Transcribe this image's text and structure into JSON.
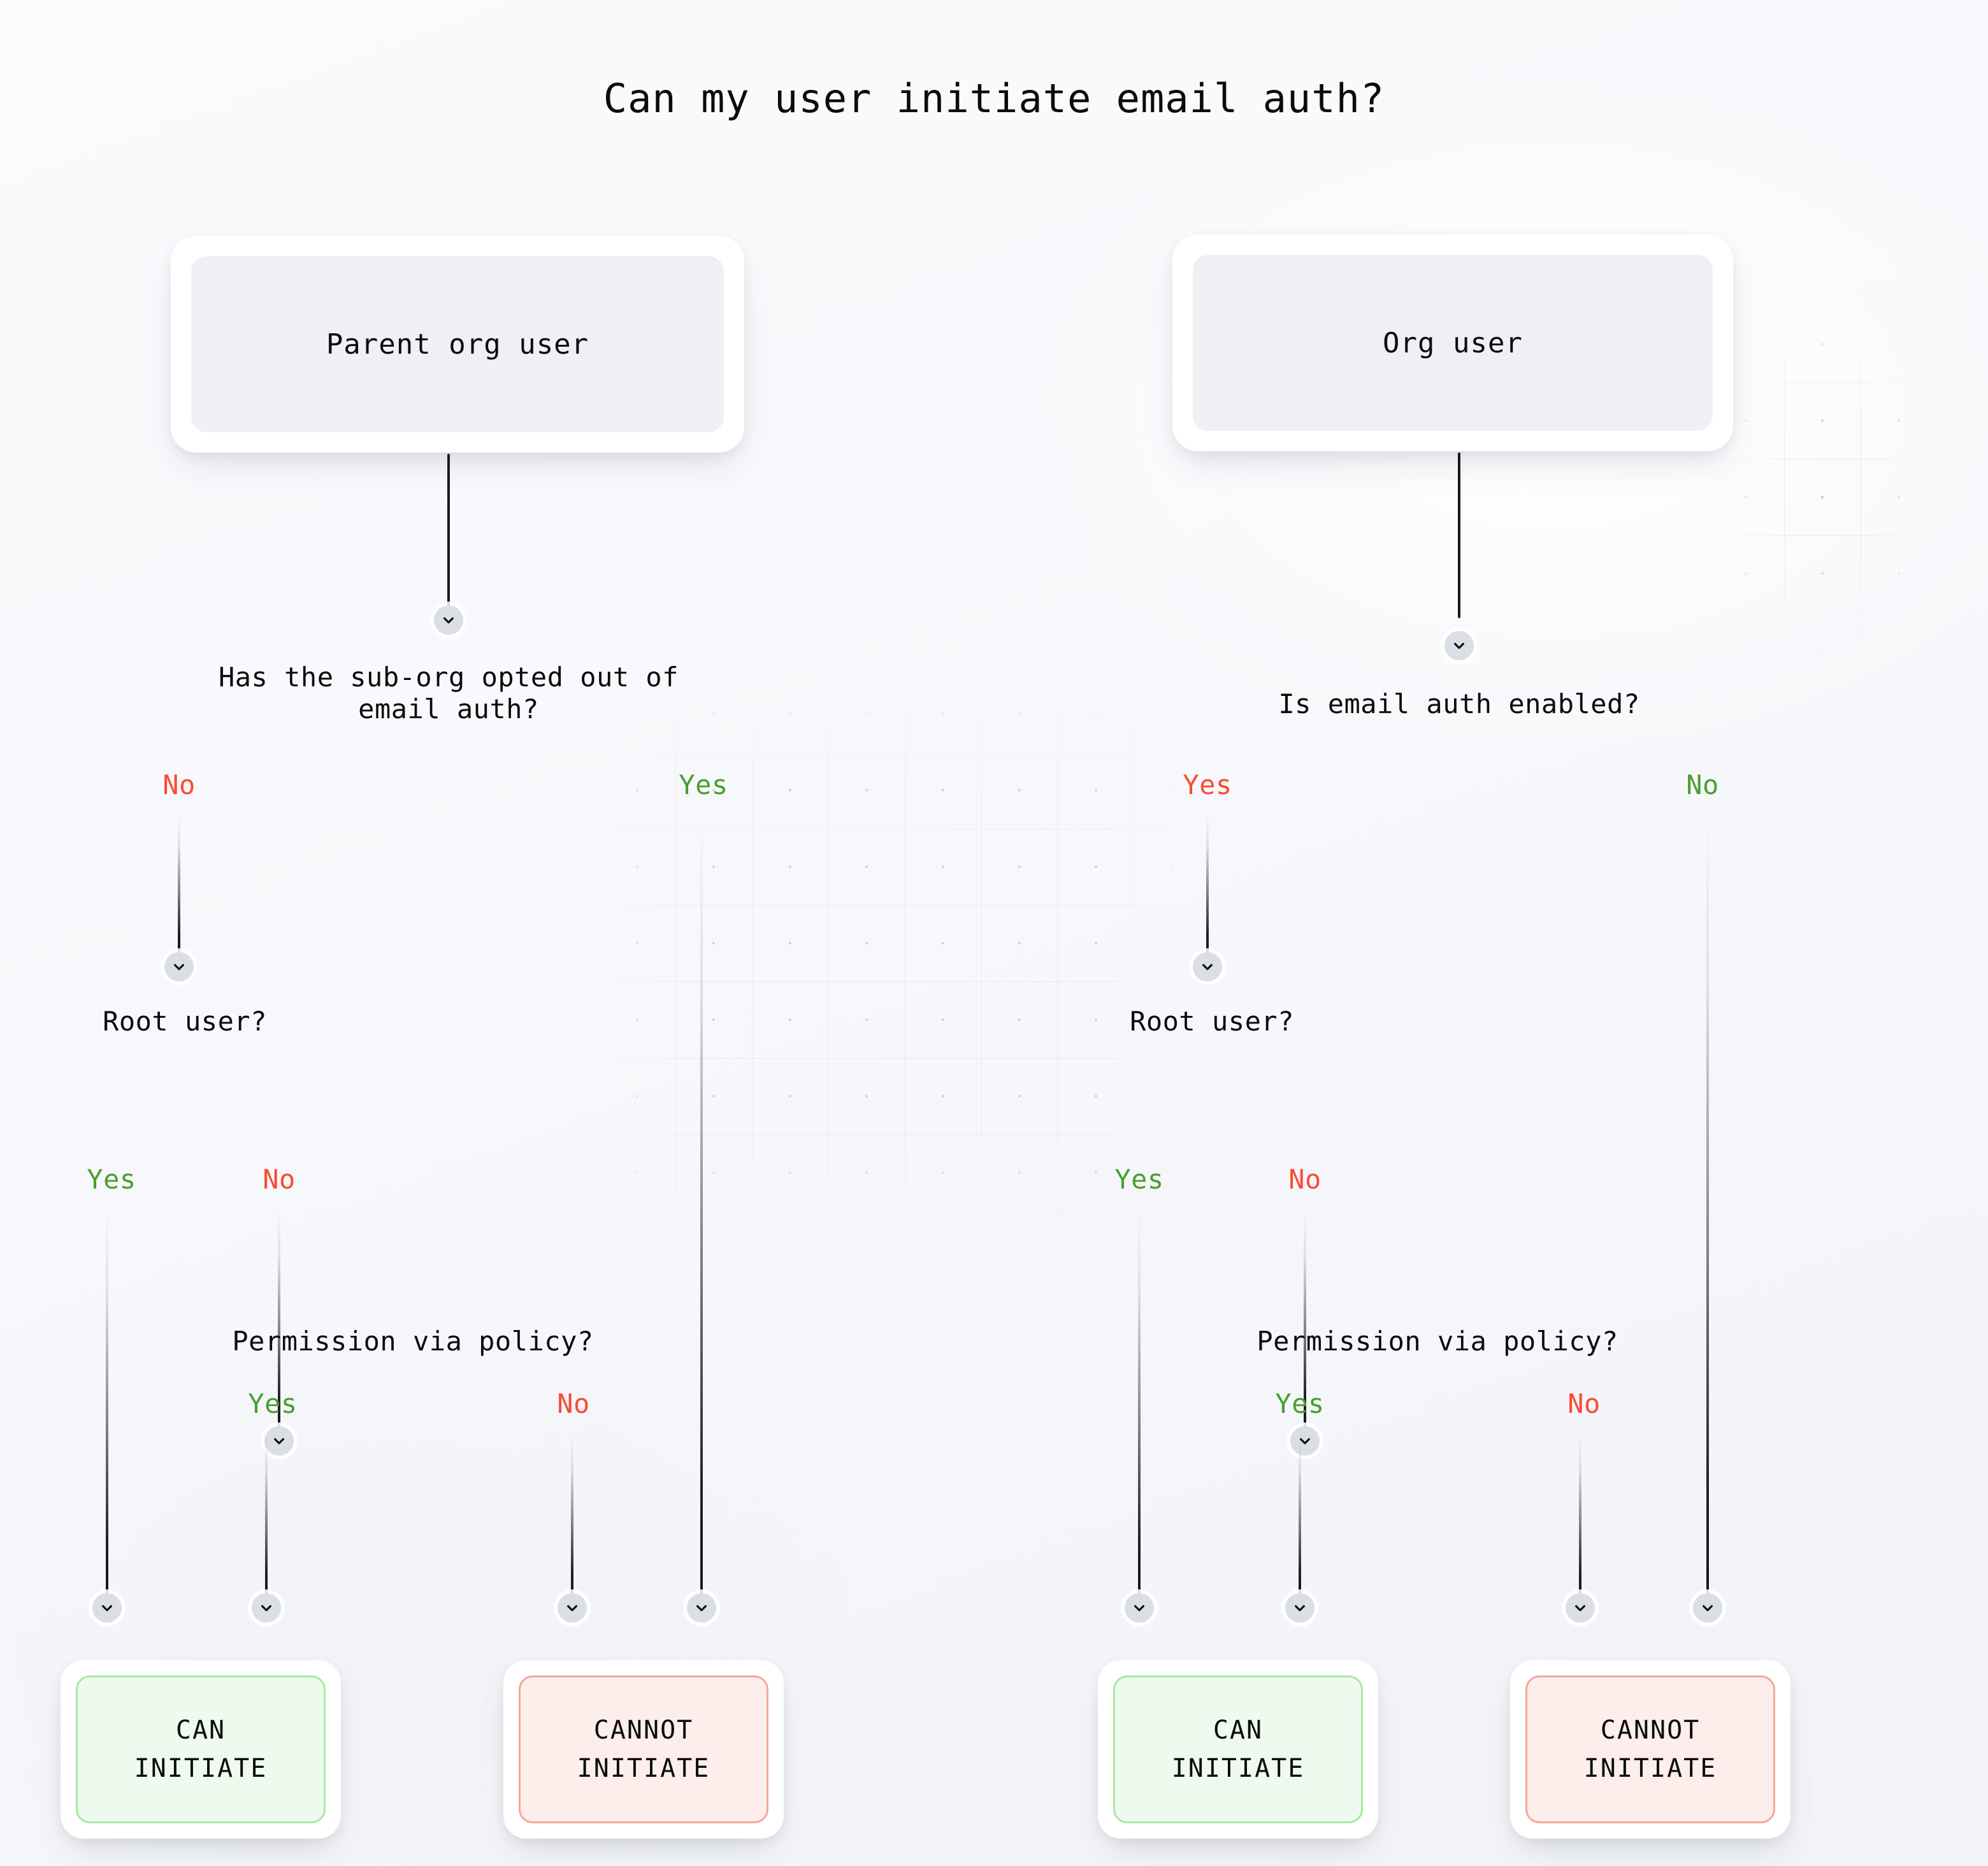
{
  "title": "Can my user initiate email auth?",
  "colors": {
    "background": "#f8f9fc",
    "green": "#4a9e30",
    "red": "#fb4b33",
    "can_fill": "#effaef",
    "can_border": "#a8e9a0",
    "cannot_fill": "#fdeeeb",
    "cannot_border": "#f2a898",
    "node_fill": "#eef0f4",
    "chevron_circle": "#dcdee5",
    "line": "#17191f",
    "text": "#0b0c0e"
  },
  "icons": {
    "chevron_down": "chevron-down-icon"
  },
  "trees": [
    {
      "id": "parent-org-user",
      "root_label": "Parent org user",
      "questions": [
        {
          "id": "sub-org-opted-out",
          "text": "Has the sub-org opted out of\nemail auth?",
          "branches": [
            {
              "label": "No",
              "color": "red"
            },
            {
              "label": "Yes",
              "color": "green"
            }
          ]
        },
        {
          "id": "root-user",
          "text": "Root user?",
          "branches": [
            {
              "label": "Yes",
              "color": "green"
            },
            {
              "label": "No",
              "color": "red"
            }
          ]
        },
        {
          "id": "permission-via-policy",
          "text": "Permission via policy?",
          "branches": [
            {
              "label": "Yes",
              "color": "green"
            },
            {
              "label": "No",
              "color": "red"
            }
          ]
        }
      ],
      "outcomes": [
        {
          "id": "can-initiate",
          "line1": "CAN",
          "line2": "INITIATE",
          "kind": "can"
        },
        {
          "id": "cannot-initiate",
          "line1": "CANNOT",
          "line2": "INITIATE",
          "kind": "cannot"
        }
      ]
    },
    {
      "id": "org-user",
      "root_label": "Org user",
      "questions": [
        {
          "id": "email-auth-enabled",
          "text": "Is email auth enabled?",
          "branches": [
            {
              "label": "Yes",
              "color": "red"
            },
            {
              "label": "No",
              "color": "green"
            }
          ]
        },
        {
          "id": "root-user",
          "text": "Root user?",
          "branches": [
            {
              "label": "Yes",
              "color": "green"
            },
            {
              "label": "No",
              "color": "red"
            }
          ]
        },
        {
          "id": "permission-via-policy",
          "text": "Permission via policy?",
          "branches": [
            {
              "label": "Yes",
              "color": "green"
            },
            {
              "label": "No",
              "color": "red"
            }
          ]
        }
      ],
      "outcomes": [
        {
          "id": "can-initiate",
          "line1": "CAN",
          "line2": "INITIATE",
          "kind": "can"
        },
        {
          "id": "cannot-initiate",
          "line1": "CANNOT",
          "line2": "INITIATE",
          "kind": "cannot"
        }
      ]
    }
  ]
}
